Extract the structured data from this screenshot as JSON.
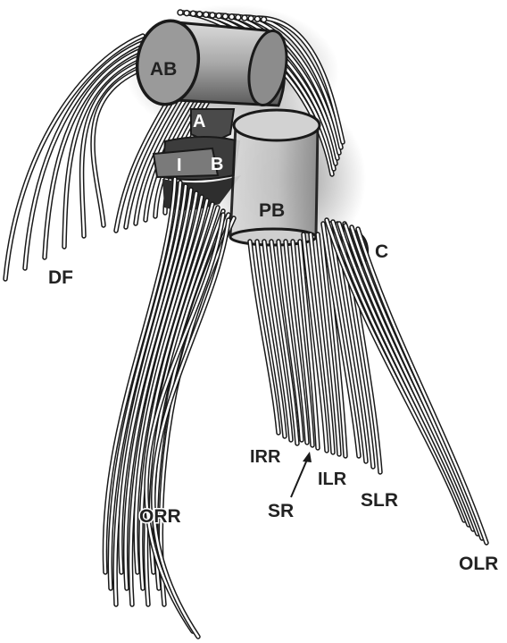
{
  "labels": {
    "ab": "AB",
    "a": "A",
    "i": "I",
    "b": "B",
    "pb": "PB",
    "c": "C",
    "df": "DF",
    "orr": "ORR",
    "irr": "IRR",
    "sr": "SR",
    "ilr": "ILR",
    "slr": "SLR",
    "olr": "OLR"
  },
  "colors": {
    "outline": "#1a1a1a",
    "cylinder_fill": "#b8b8b8",
    "cylinder_dark": "#6e6e6e",
    "shadow": "#3a3a3a",
    "fiber_fill": "#ffffff"
  }
}
